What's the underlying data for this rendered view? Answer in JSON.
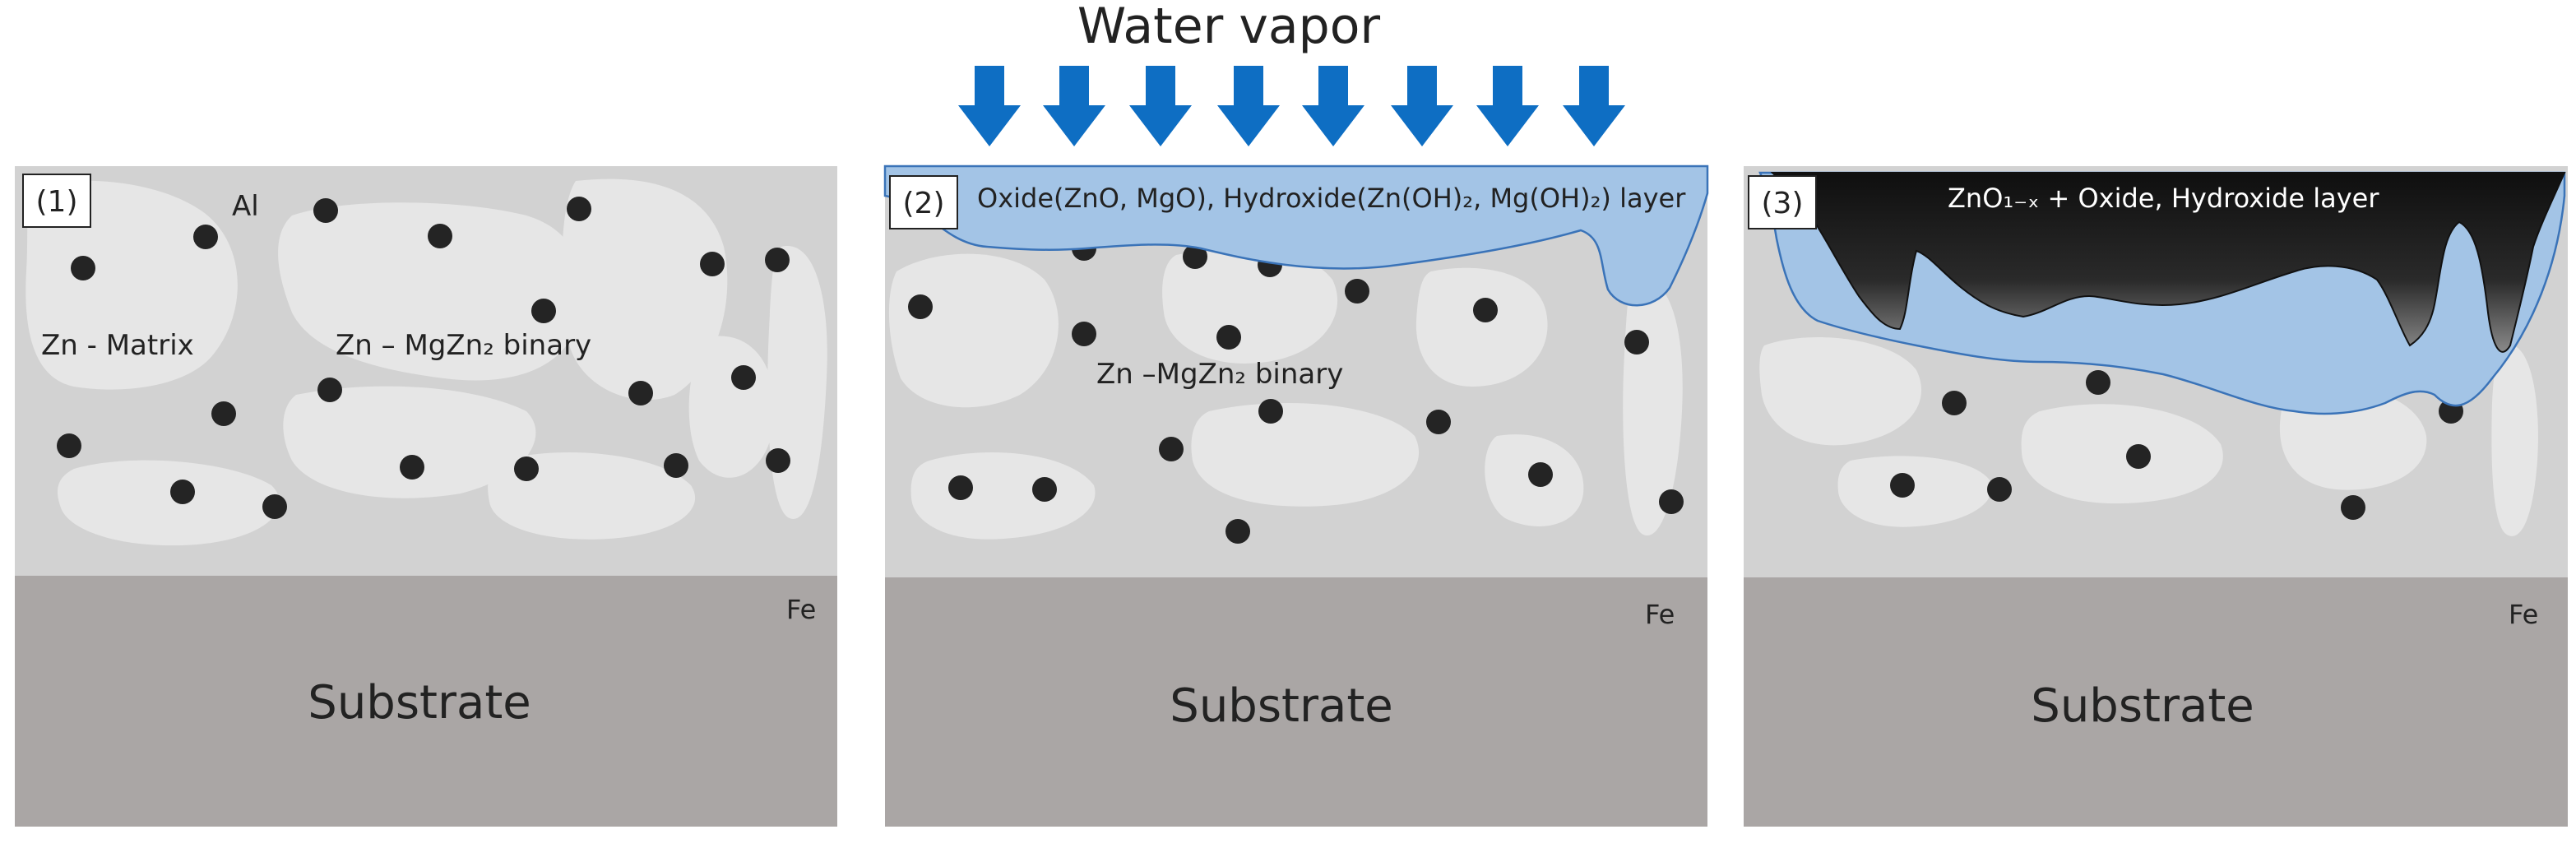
{
  "title": "Water vapor",
  "colors": {
    "coating": "#d2d2d2",
    "grain": "#e6e6e6",
    "substrate": "#aaa6a5",
    "particle": "#242424",
    "arrow": "#0e6ec3",
    "oxide_layer": "#a3c4e6",
    "oxide_border": "#3a73b8",
    "dark_layer": "#1e1e1e"
  },
  "panels": [
    {
      "step": "(1)",
      "substrate_label": "Substrate",
      "fe_label": "Fe",
      "al_label": "Al",
      "matrix_label": "Zn - Matrix",
      "binary_label": "Zn – MgZn₂ binary"
    },
    {
      "step": "(2)",
      "substrate_label": "Substrate",
      "fe_label": "Fe",
      "layer_label": "Oxide(ZnO, MgO), Hydroxide(Zn(OH)₂, Mg(OH)₂) layer",
      "binary_label": "Zn –MgZn₂ binary"
    },
    {
      "step": "(3)",
      "substrate_label": "Substrate",
      "fe_label": "Fe",
      "layer_label": "ZnO₁₋ₓ + Oxide, Hydroxide layer"
    }
  ]
}
